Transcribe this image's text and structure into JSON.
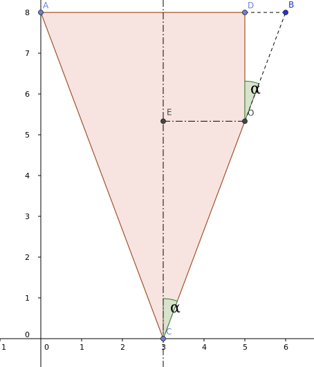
{
  "figure": {
    "x_ticks": [
      "1",
      "0",
      "1",
      "2",
      "3",
      "4",
      "5",
      "6"
    ],
    "x_tick_values": [
      -1,
      0,
      1,
      2,
      3,
      4,
      5,
      6
    ],
    "y_ticks": [
      "0",
      "1",
      "2",
      "3",
      "4",
      "5",
      "6",
      "7",
      "8"
    ],
    "y_tick_values": [
      0,
      1,
      2,
      3,
      4,
      5,
      6,
      7,
      8
    ],
    "points": [
      {
        "id": "A",
        "label": "A",
        "x": 0,
        "y": 8,
        "color": "#6b7fd6"
      },
      {
        "id": "D",
        "label": "D",
        "x": 5,
        "y": 8,
        "color": "#6b7fd6"
      },
      {
        "id": "B",
        "label": "B",
        "x": 6,
        "y": 8,
        "color": "#2233cc"
      },
      {
        "id": "O",
        "label": "O",
        "x": 5,
        "y": 5.333,
        "color": "#444444"
      },
      {
        "id": "E",
        "label": "E",
        "x": 3,
        "y": 5.333,
        "color": "#444444"
      },
      {
        "id": "C",
        "label": "C",
        "x": 3,
        "y": 0,
        "color": "#6b7fd6"
      }
    ],
    "angle_labels": [
      "α",
      "α"
    ],
    "colors": {
      "triangle_fill": "#f7e4e1",
      "triangle_edge": "#a0522d",
      "angle_fill": "#d8e2cc",
      "angle_edge": "#2e7d32"
    }
  }
}
